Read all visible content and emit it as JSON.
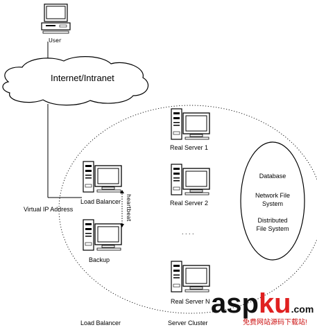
{
  "labels": {
    "user": "User",
    "internet": "Internet/Intranet",
    "virtual_ip": "Virtual IP Address",
    "load_balancer": "Load Balancer",
    "heartbeat": "heartbeat",
    "backup": "Backup",
    "real_server_1": "Real Server 1",
    "real_server_2": "Real Server 2",
    "real_server_n": "Real Server N",
    "ellipsis": ". . . .",
    "database": "Database",
    "nfs_line1": "Network File",
    "nfs_line2": "System",
    "dfs_line1": "Distributed",
    "dfs_line2": "File System",
    "caption_lb": "Load Balancer",
    "caption_cluster": "Server Cluster"
  },
  "watermark": {
    "asp": "asp",
    "ku": "ku",
    "com": ".com",
    "tagline": "免费网站源码下载站!"
  },
  "colors": {
    "line": "#000000",
    "watermark_black": "#111111",
    "watermark_red": "#e02020",
    "tagline_red": "#cc1111"
  }
}
